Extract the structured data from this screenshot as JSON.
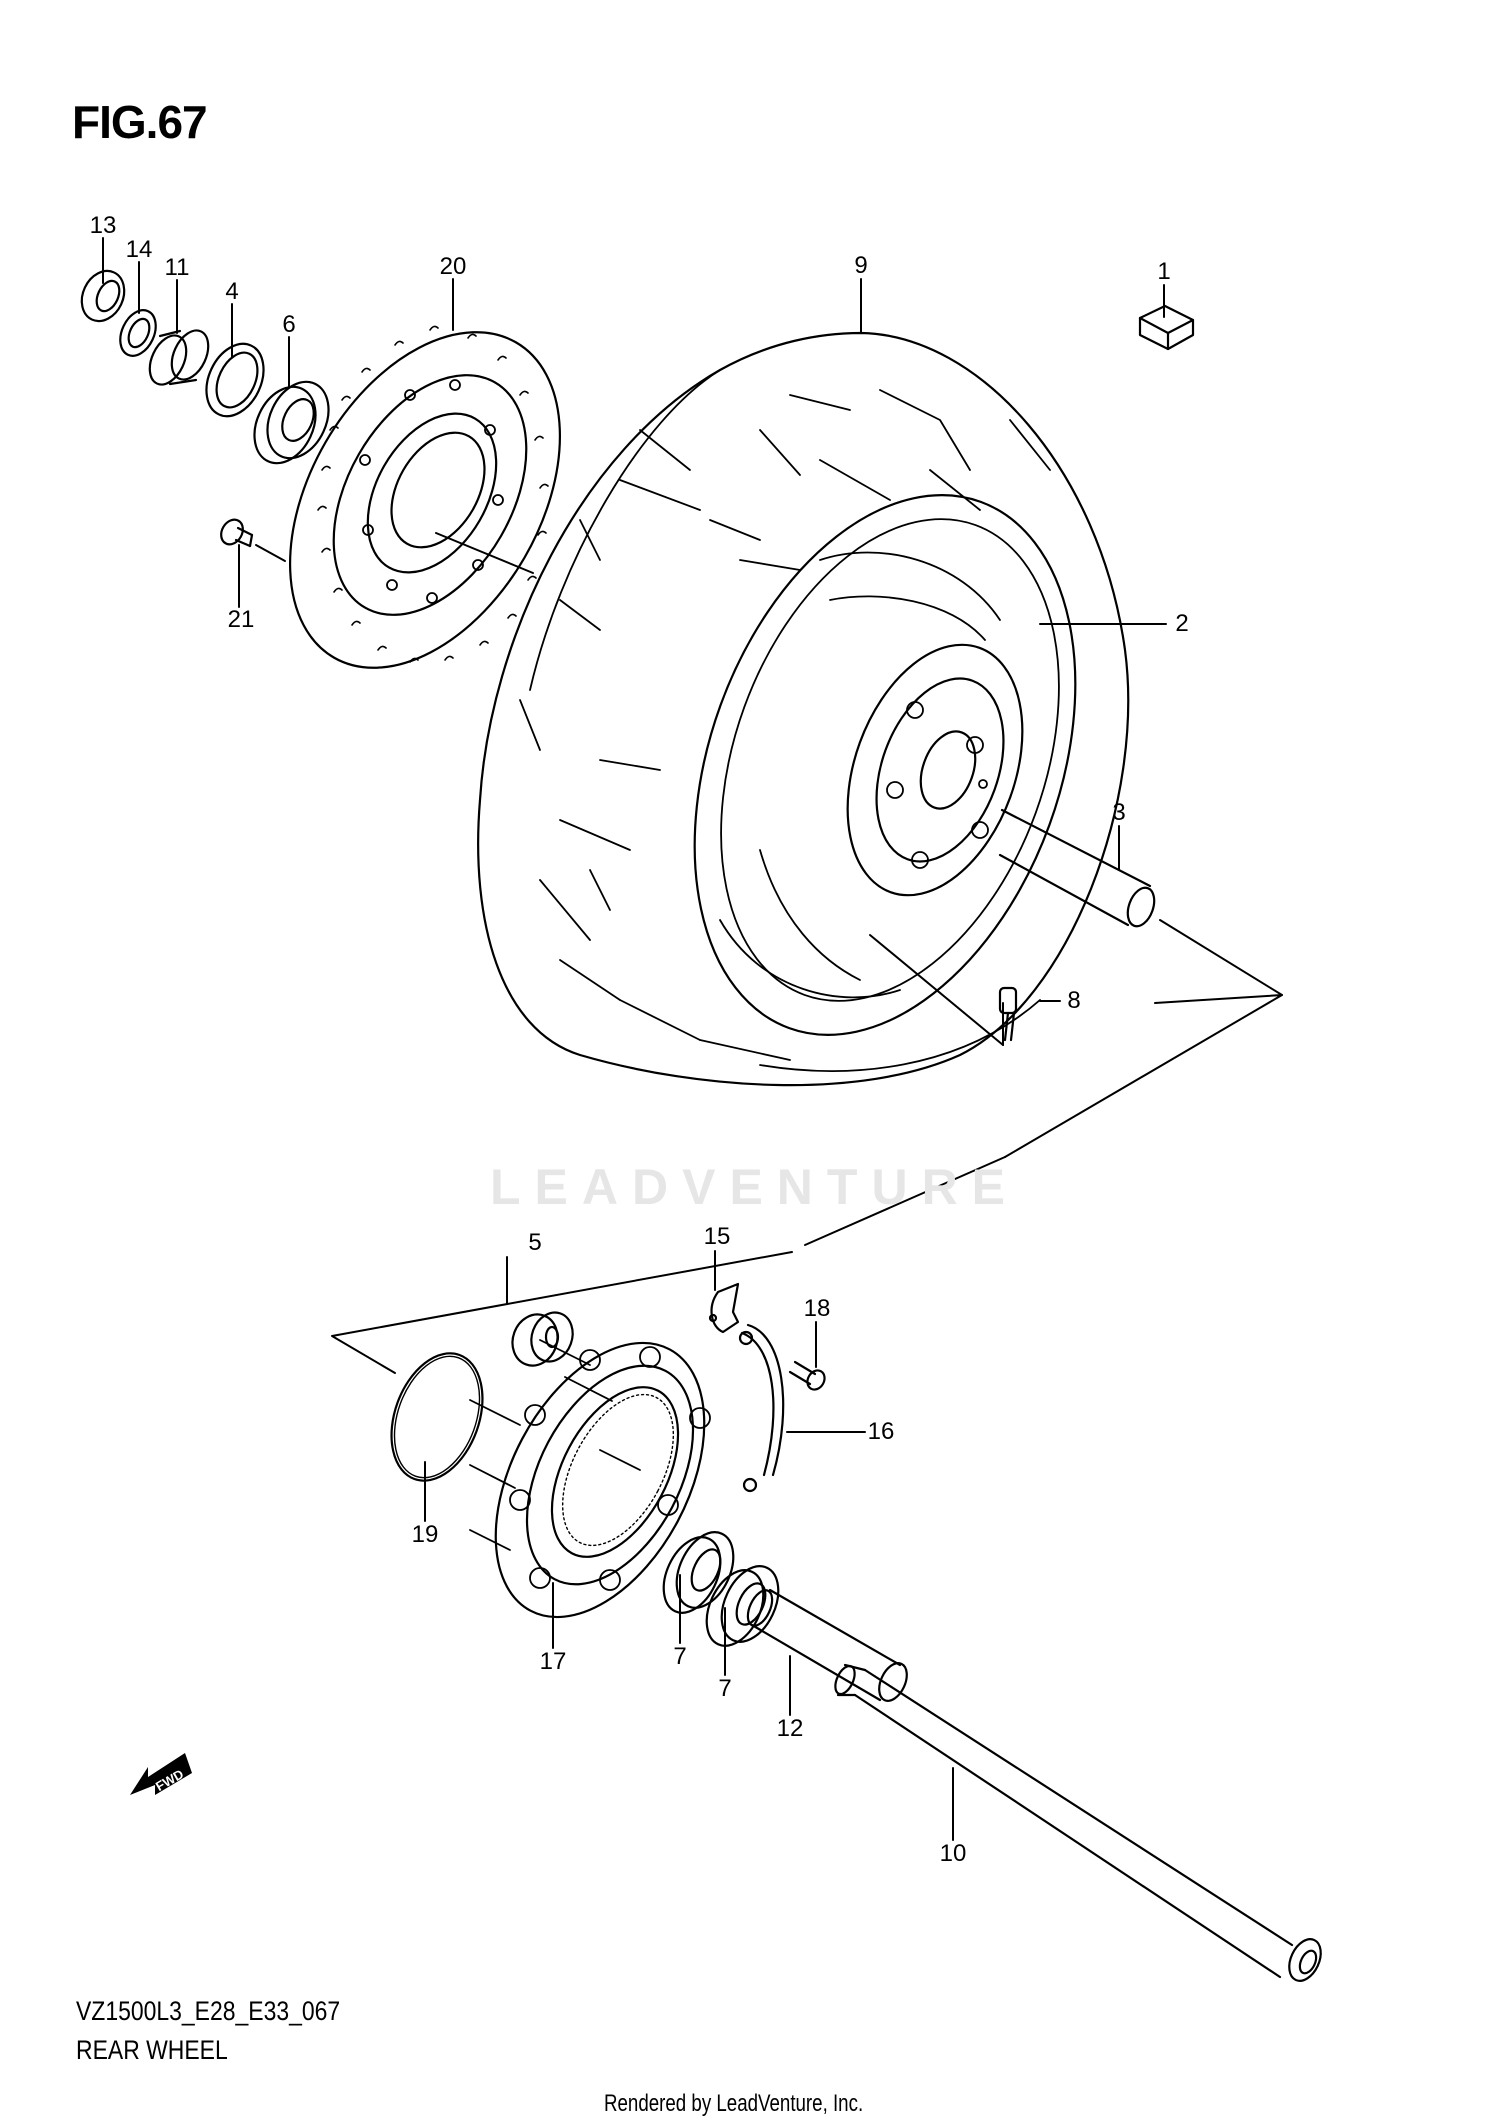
{
  "figure": {
    "title": "FIG.67",
    "code": "VZ1500L3_E28_E33_067",
    "name": "REAR WHEEL",
    "watermark": "LEADVENTURE",
    "credit": "Rendered by LeadVenture, Inc.",
    "fwd_label": "FWD"
  },
  "callouts": [
    {
      "id": "13",
      "label": "13",
      "part": "nut"
    },
    {
      "id": "14",
      "label": "14",
      "part": "washer"
    },
    {
      "id": "11",
      "label": "11",
      "part": "spacer"
    },
    {
      "id": "4",
      "label": "4",
      "part": "oil seal"
    },
    {
      "id": "6",
      "label": "6",
      "part": "bearing"
    },
    {
      "id": "20",
      "label": "20",
      "part": "brake disc"
    },
    {
      "id": "9",
      "label": "9",
      "part": "tire"
    },
    {
      "id": "1",
      "label": "1",
      "part": "balancer weight"
    },
    {
      "id": "21",
      "label": "21",
      "part": "disc bolt"
    },
    {
      "id": "2",
      "label": "2",
      "part": "rear wheel rim"
    },
    {
      "id": "3",
      "label": "3",
      "part": "spacer tube"
    },
    {
      "id": "8",
      "label": "8",
      "part": "valve"
    },
    {
      "id": "5",
      "label": "5",
      "part": "damper"
    },
    {
      "id": "15",
      "label": "15",
      "part": "plate"
    },
    {
      "id": "18",
      "label": "18",
      "part": "screw"
    },
    {
      "id": "16",
      "label": "16",
      "part": "sensor ring bracket"
    },
    {
      "id": "19",
      "label": "19",
      "part": "o-ring"
    },
    {
      "id": "17",
      "label": "17",
      "part": "hub drum"
    },
    {
      "id": "7a",
      "label": "7",
      "part": "bearing"
    },
    {
      "id": "7b",
      "label": "7",
      "part": "bearing"
    },
    {
      "id": "12",
      "label": "12",
      "part": "spacer"
    },
    {
      "id": "10",
      "label": "10",
      "part": "axle"
    }
  ]
}
